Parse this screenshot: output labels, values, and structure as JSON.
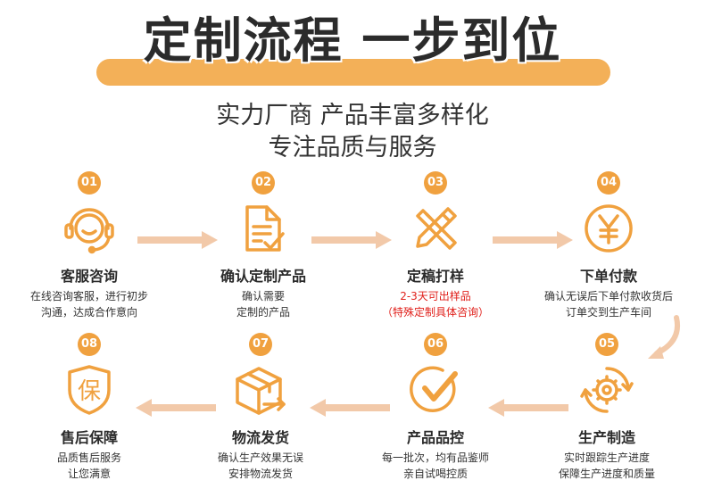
{
  "header": {
    "title": "定制流程 一步到位",
    "subtitle_line1": "实力厂商 产品丰富多样化",
    "subtitle_line2": "专注品质与服务"
  },
  "colors": {
    "accent": "#f0a13f",
    "banner": "#f3b058",
    "highlight": "#e0201b",
    "arrow": "#f2c9a9"
  },
  "steps": [
    {
      "num": "01",
      "title": "客服咨询",
      "icon": "headset-icon",
      "line1": "在线咨询客服，进行初步",
      "line2": "沟通，达成合作意向"
    },
    {
      "num": "02",
      "title": "确认定制产品",
      "icon": "document-check-icon",
      "line1": "确认需要",
      "line2": "定制的产品"
    },
    {
      "num": "03",
      "title": "定稿打样",
      "icon": "ruler-pencil-icon",
      "line1": "2-3天可出样品",
      "line2": "（特殊定制具体咨询）"
    },
    {
      "num": "04",
      "title": "下单付款",
      "icon": "yen-coin-icon",
      "line1": "确认无误后下单付款收货后",
      "line2": "订单交到生产车间"
    },
    {
      "num": "05",
      "title": "生产制造",
      "icon": "gear-icon",
      "line1": "实时跟踪生产进度",
      "line2": "保障生产进度和质量"
    },
    {
      "num": "06",
      "title": "产品品控",
      "icon": "check-circle-icon",
      "line1": "每一批次，均有品鉴师",
      "line2": "亲自试喝控质"
    },
    {
      "num": "07",
      "title": "物流发货",
      "icon": "box-shipping-icon",
      "line1": "确认生产效果无误",
      "line2": "安排物流发货"
    },
    {
      "num": "08",
      "title": "售后保障",
      "icon": "shield-bao-icon",
      "line1": "品质售后服务",
      "line2": "让您满意",
      "shield_char": "保"
    }
  ]
}
